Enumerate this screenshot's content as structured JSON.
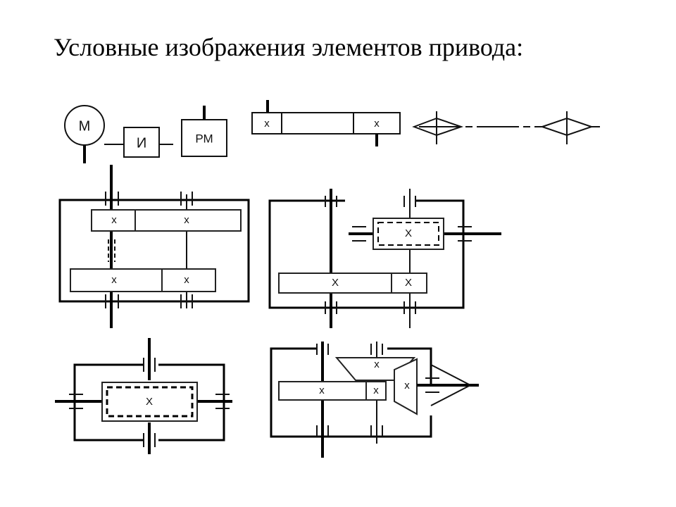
{
  "title": "Условные изображения элементов привода:",
  "labels": {
    "motor": "М",
    "coupling": "И",
    "reducer": "РМ",
    "gear_mark": "x",
    "worm_mark": "X"
  }
}
